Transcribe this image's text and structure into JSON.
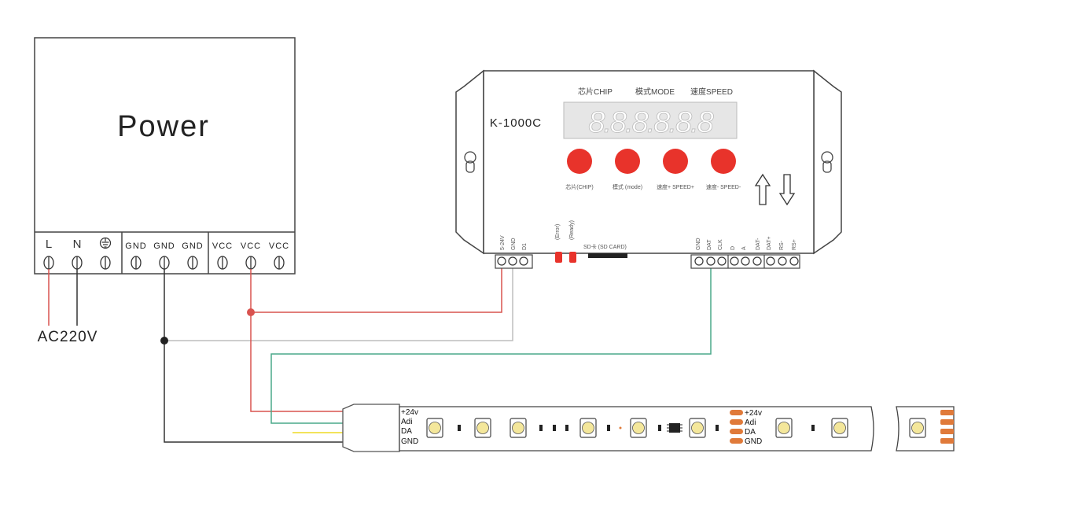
{
  "power_supply": {
    "title": "Power",
    "terminals": [
      "L",
      "N",
      "",
      "GND",
      "GND",
      "GND",
      "VCC",
      "VCC",
      "VCC"
    ],
    "ac_label": "AC220V"
  },
  "controller": {
    "model": "K-1000C",
    "header_labels": [
      "芯片CHIP",
      "模式MODE",
      "速度SPEED"
    ],
    "display_digits": "8.8.8.8.8.8",
    "button_labels": [
      "芯片(CHIP)",
      "模式 (mode)",
      "速度+ SPEED+",
      "速度- SPEED-"
    ],
    "sd_label": "SD卡 (SD CARD)",
    "left_terminal_labels": [
      "5-24V",
      "GND",
      "D1"
    ],
    "right_terminal_labels": [
      "GND",
      "DAT",
      "CLK",
      "D",
      "A",
      "DAT-",
      "DAT+",
      "RS-",
      "RS+"
    ],
    "indicator_labels": [
      "(Error)",
      "(Ready)"
    ]
  },
  "strip": {
    "input_labels": [
      "+24v",
      "Adi",
      "DA",
      "GND"
    ],
    "mid_labels": [
      "+24v",
      "Adi",
      "DA",
      "GND"
    ]
  },
  "colors": {
    "vcc_wire": "#d9534f",
    "gnd_wire": "#333333",
    "ac_l_wire": "#d9534f",
    "data_wire": "#4aa88a",
    "signal_gray": "#bdbdbd",
    "button_red": "#e8332b",
    "led_yellow": "#f4e79b",
    "pad_orange": "#e07a3a"
  }
}
